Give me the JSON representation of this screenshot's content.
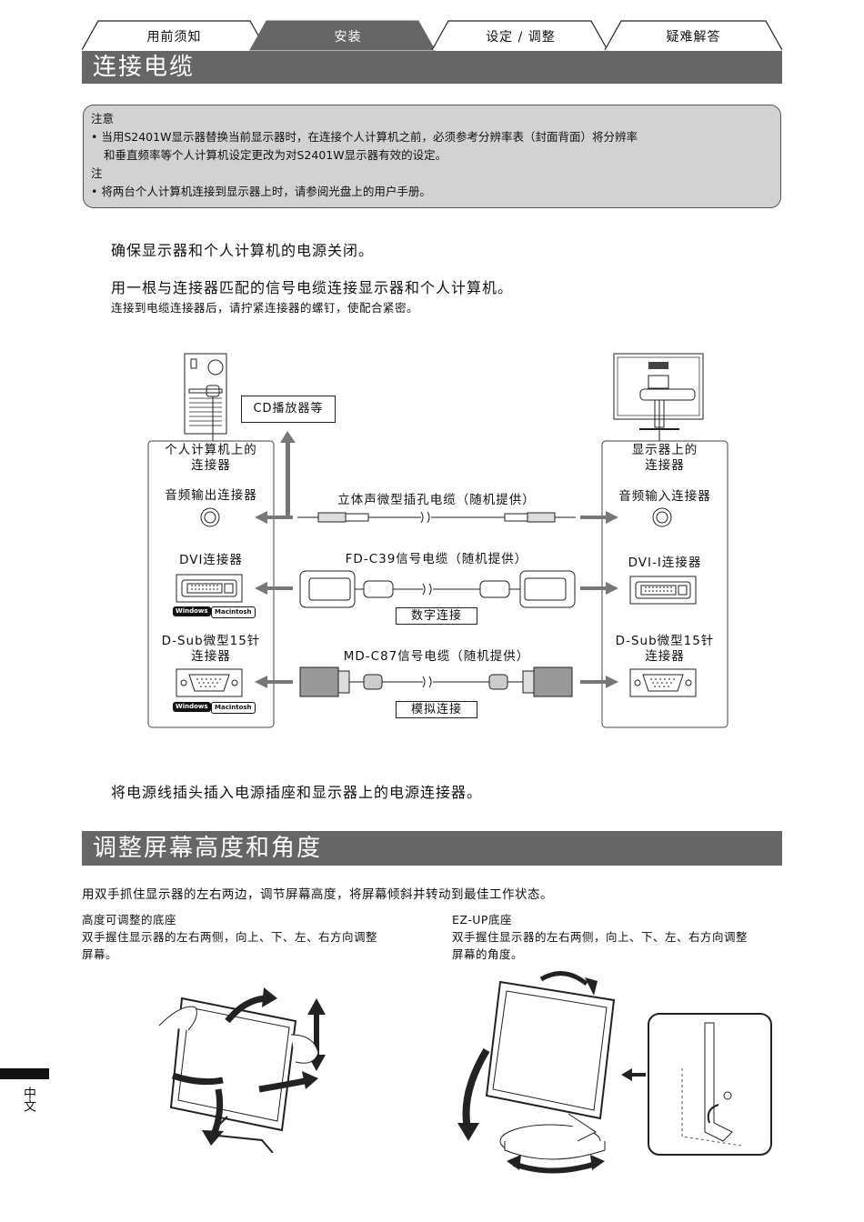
{
  "tabs": [
    {
      "label": "用前须知",
      "active": false
    },
    {
      "label": "安装",
      "active": true
    },
    {
      "label": "设定 / 调整",
      "active": false
    },
    {
      "label": "疑难解答",
      "active": false
    }
  ],
  "section1": {
    "title": "连接电缆"
  },
  "notice": {
    "heading1": "注意",
    "text1a": "• 当用S2401W显示器替换当前显示器时，在连接个人计算机之前，必须参考分辨率表（封面背面）将分辨率",
    "text1b": "和垂直频率等个人计算机设定更改为对S2401W显示器有效的设定。",
    "heading2": "注",
    "text2": "• 将两台个人计算机连接到显示器上时，请参阅光盘上的用户手册。"
  },
  "steps": {
    "step1": "确保显示器和个人计算机的电源关闭。",
    "step2": "用一根与连接器匹配的信号电缆连接显示器和个人计算机。",
    "step2_sub": "连接到电缆连接器后，请拧紧连接器的螺钉，使配合紧密。",
    "step3": "将电源线插头插入电源插座和显示器上的电源连接器。"
  },
  "diagram": {
    "cd_label": "CD播放器等",
    "pc_title": "个人计算机上的\n连接器",
    "monitor_title": "显示器上的\n连接器",
    "audio_out": "音频输出连接器",
    "audio_in": "音频输入连接器",
    "audio_cable": "立体声微型插孔电缆（随机提供）",
    "dvi_pc": "DVI连接器",
    "dvi_monitor": "DVI-I连接器",
    "dvi_cable": "FD-C39信号电缆（随机提供）",
    "digital": "数字连接",
    "dsub_pc": "D-Sub微型15针\n连接器",
    "dsub_monitor": "D-Sub微型15针\n连接器",
    "dsub_cable": "MD-C87信号电缆（随机提供）",
    "analog": "模拟连接",
    "badge_windows": "Windows",
    "badge_mac": "Macintosh"
  },
  "section2": {
    "title": "调整屏幕高度和角度",
    "intro": "用双手抓住显示器的左右两边，调节屏幕高度，将屏幕倾斜并转动到最佳工作状态。",
    "left_title": "高度可调整的底座",
    "left_text1": "双手握住显示器的左右两侧，向上、下、左、右方向调整",
    "left_text2": "屏幕。",
    "right_title": "EZ-UP底座",
    "right_text1": "双手握住显示器的左右两侧，向上、下、左、右方向调整",
    "right_text2": "屏幕的角度。"
  },
  "side": {
    "language": "中文"
  }
}
